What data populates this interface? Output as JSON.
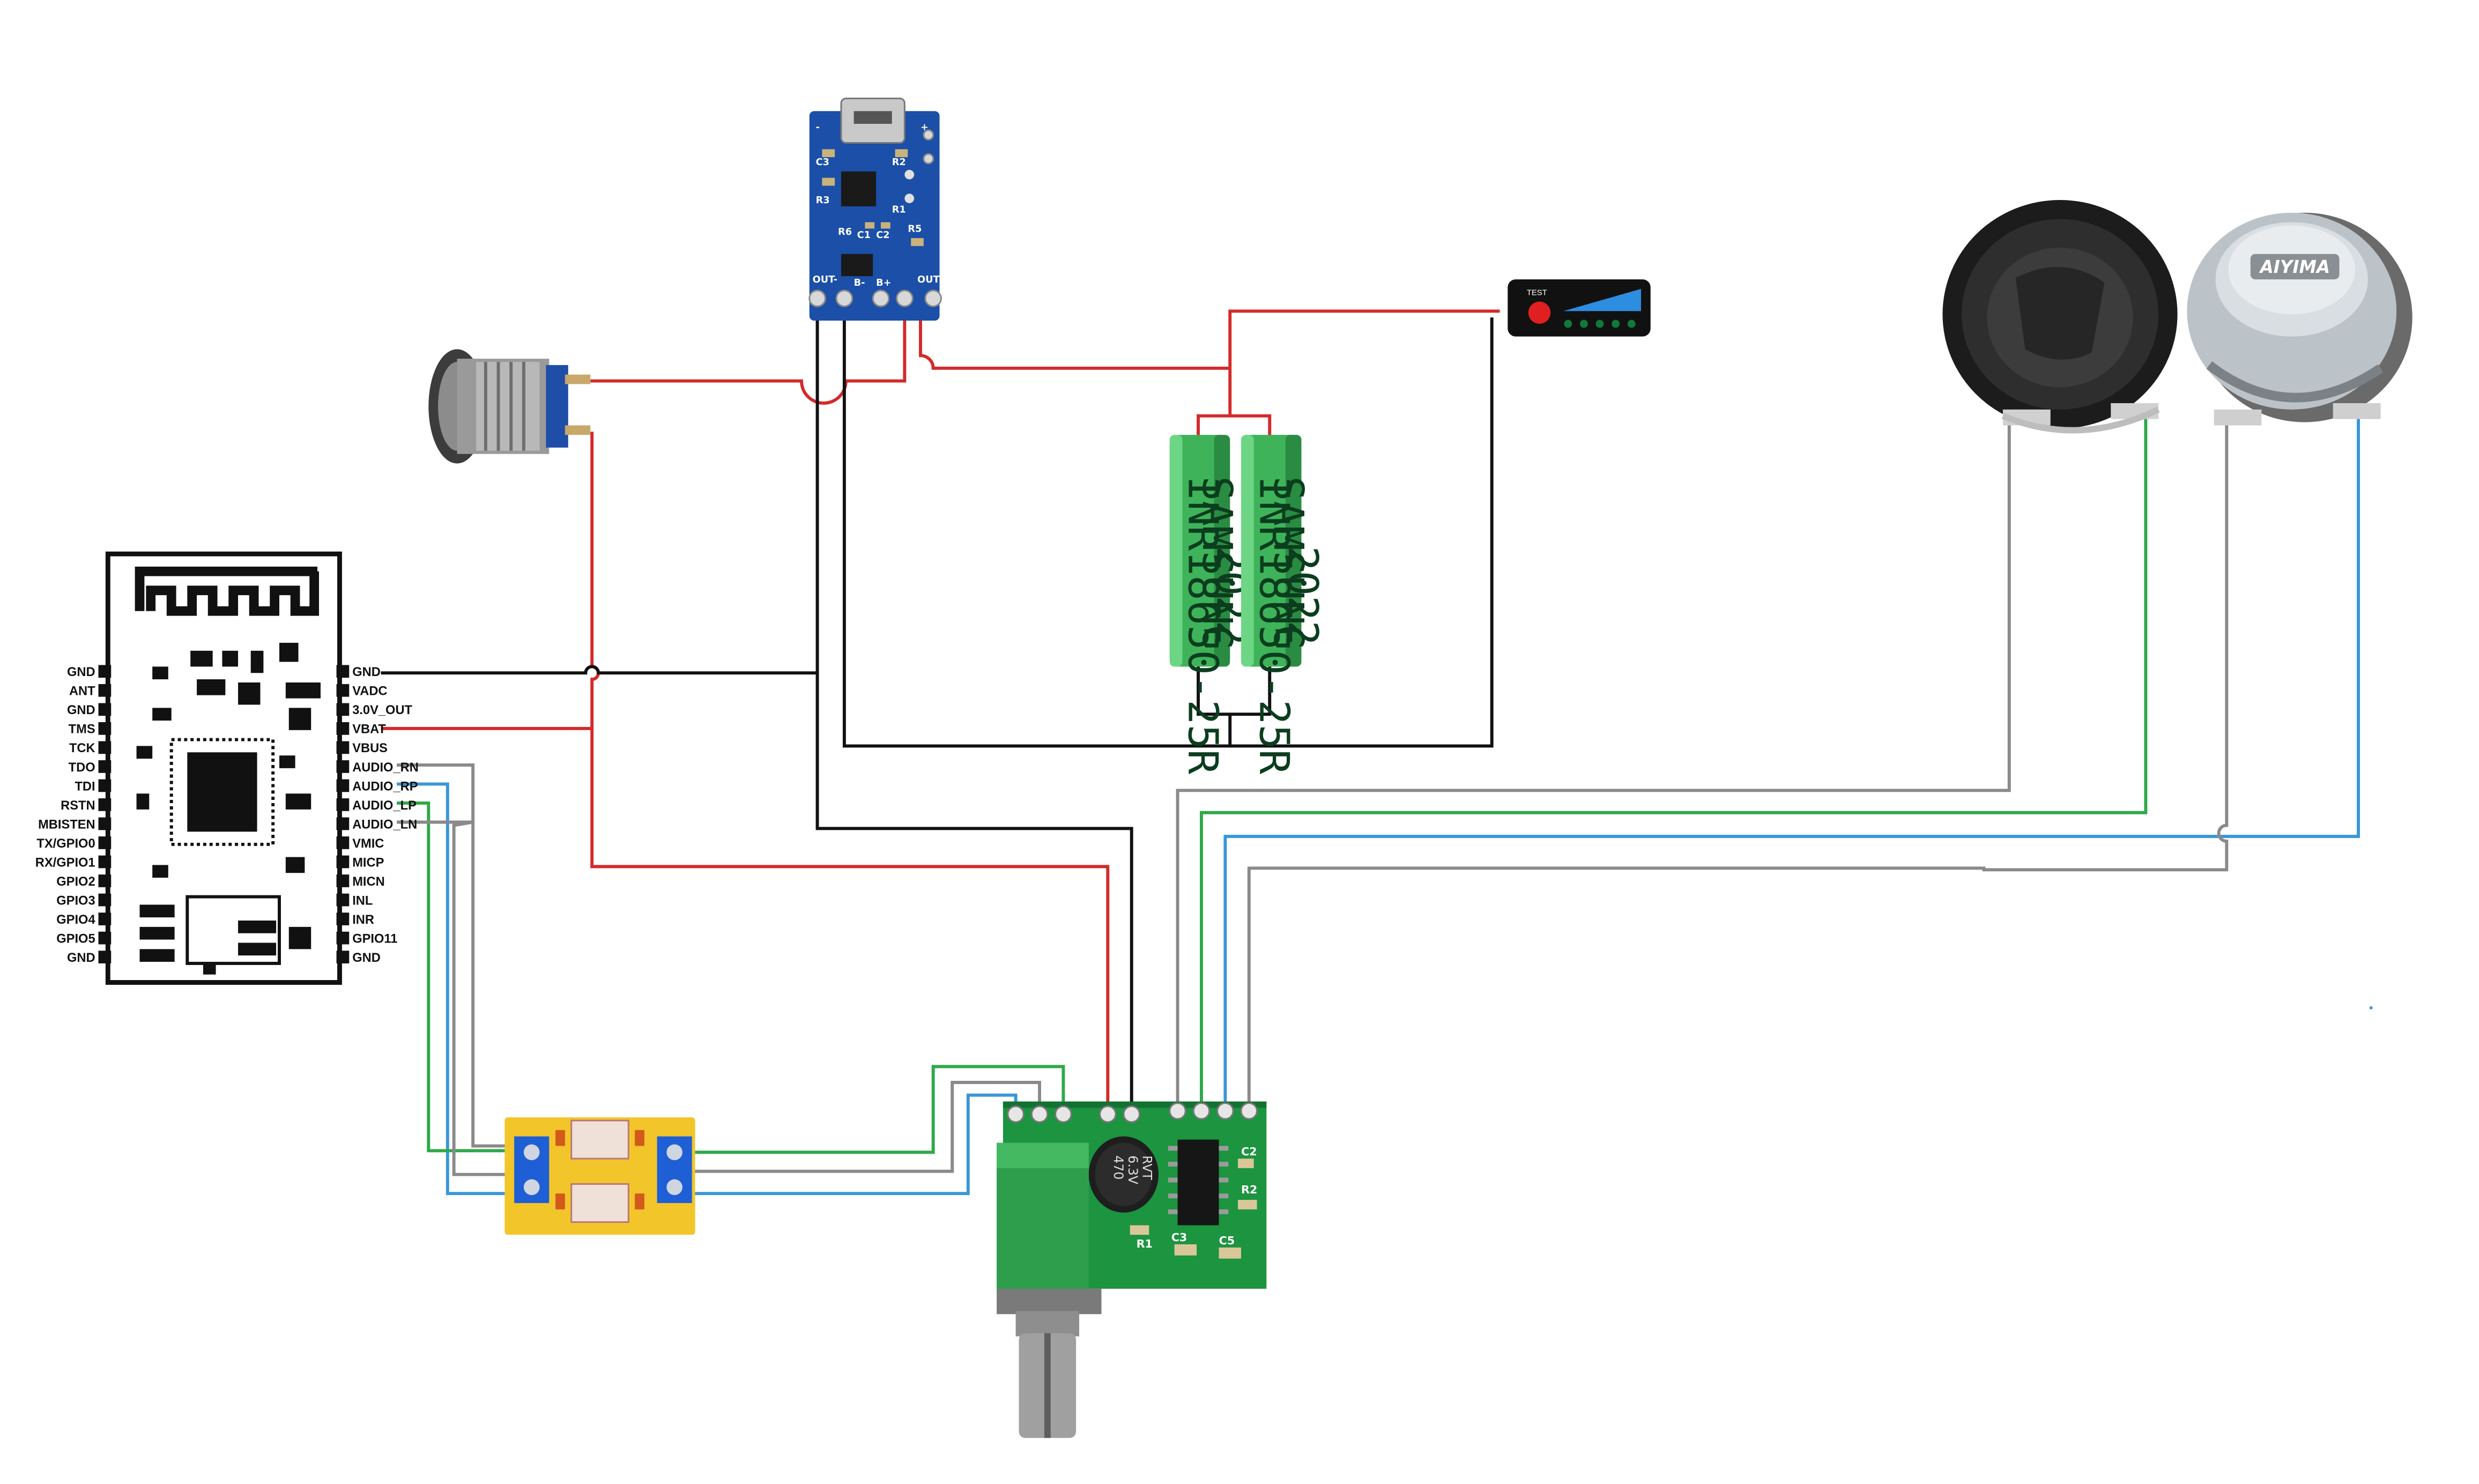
{
  "module": {
    "left_pins": [
      "GND",
      "ANT",
      "GND",
      "TMS",
      "TCK",
      "TDO",
      "TDI",
      "RSTN",
      "MBISTEN",
      "TX/GPIO0",
      "RX/GPIO1",
      "GPIO2",
      "GPIO3",
      "GPIO4",
      "GPIO5",
      "GND"
    ],
    "right_pins": [
      "GND",
      "VADC",
      "3.0V_OUT",
      "VBAT",
      "VBUS",
      "AUDIO_RN",
      "AUDIO_RP",
      "AUDIO_LP",
      "AUDIO_LN",
      "VMIC",
      "MICP",
      "MICN",
      "INL",
      "INR",
      "GPIO11",
      "GND"
    ]
  },
  "charger": {
    "silk": [
      "C3",
      "R3",
      "R2",
      "R1",
      "R6",
      "C1",
      "C2",
      "R5",
      "B+",
      "B-",
      "OUT-",
      "OUT+",
      "-",
      "+"
    ]
  },
  "batteries": {
    "text_lines": [
      "INR18650-25R",
      "SAMSUNG",
      "2022"
    ]
  },
  "indicator": {
    "label": "TEST"
  },
  "speaker": {
    "brand": "AIYIMA"
  },
  "amplifier": {
    "cap_text": [
      "470",
      "6.3V",
      "RVT"
    ],
    "silk": [
      "R1",
      "R2",
      "C3",
      "C5",
      "C2"
    ]
  },
  "wire_colors": {
    "red": "#d42a2a",
    "black": "#111111",
    "green": "#2ea94a",
    "blue": "#3a97d6",
    "gray": "#8a8a8a"
  }
}
